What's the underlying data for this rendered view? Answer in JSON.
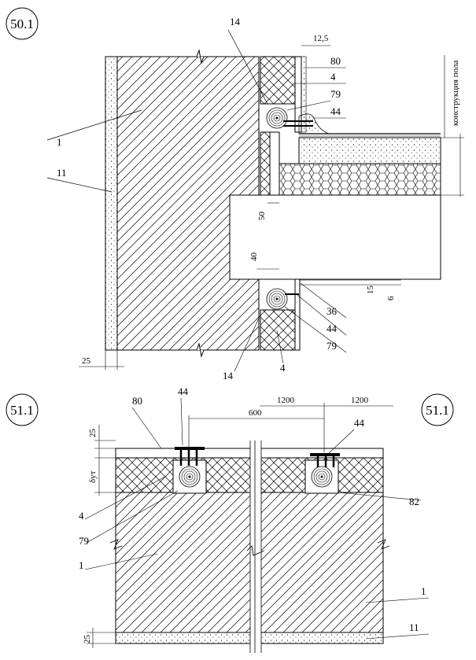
{
  "detail_top": {
    "tag": "50.1",
    "labels": {
      "l1": "1",
      "l11": "11",
      "l14a": "14",
      "l14b": "14",
      "l80": "80",
      "l4a": "4",
      "l4b": "4",
      "l79a": "79",
      "l79b": "79",
      "l44a": "44",
      "l44b": "44",
      "l36": "36"
    },
    "dims": {
      "d12_5": "12,5",
      "d25": "25",
      "d50": "50",
      "d40": "40",
      "d15": "15",
      "d6": "6"
    },
    "floor_label": "конструкция пола"
  },
  "detail_bottom": {
    "tag_left": "51.1",
    "tag_right": "51.1",
    "labels": {
      "l80": "80",
      "l44a": "44",
      "l44b": "44",
      "l4": "4",
      "l79": "79",
      "l82": "82",
      "l1a": "1",
      "l1b": "1",
      "l11": "11"
    },
    "dims": {
      "d1200a": "1200",
      "d1200b": "1200",
      "d600": "600",
      "d25a": "25",
      "d25b": "25",
      "dut": "δут"
    }
  },
  "colors": {
    "ink": "#000000",
    "paper": "#ffffff"
  }
}
